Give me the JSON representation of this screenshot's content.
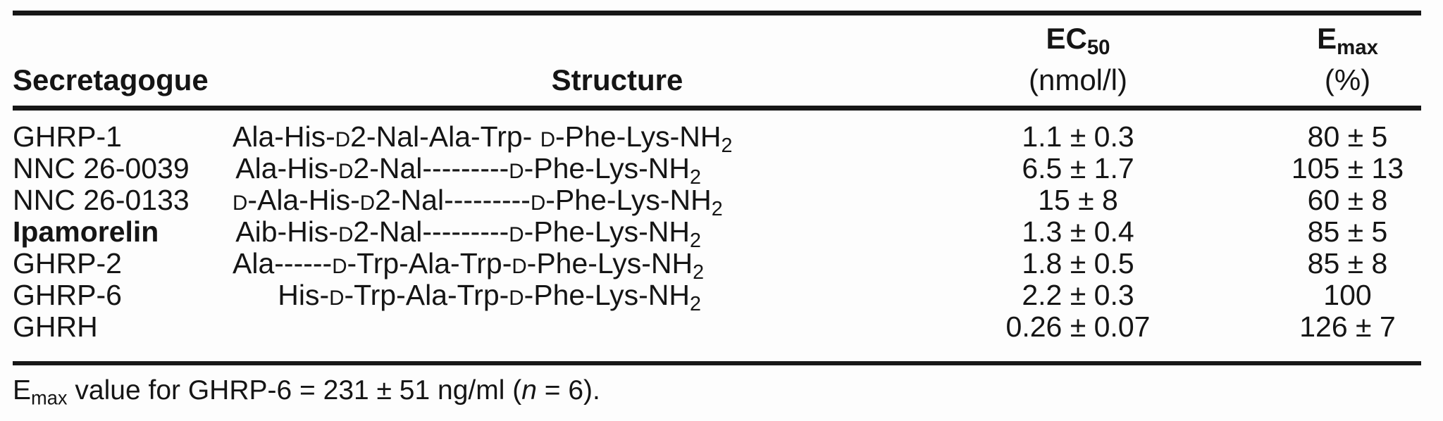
{
  "page": {
    "background": "#fdfdfd",
    "text_color": "#151515",
    "rule_color": "#171717"
  },
  "table": {
    "headers": {
      "secretagogue": "Secretagogue",
      "structure": "Structure",
      "ec50": [
        {
          "t": "EC"
        },
        {
          "sub": "50"
        }
      ],
      "ec50_unit": "(nmol/l)",
      "emax": [
        {
          "t": "E"
        },
        {
          "sub": "max"
        }
      ],
      "emax_unit": "(%)"
    },
    "rows": [
      {
        "name": "GHRP-1",
        "structure": [
          {
            "t": "Ala-His-"
          },
          {
            "sc": "D"
          },
          {
            "t": "2-Nal-Ala-Trp- "
          },
          {
            "sc": "D"
          },
          {
            "t": "-Phe-Lys-NH"
          },
          {
            "sub": "2"
          }
        ],
        "ec50": "1.1 ± 0.3",
        "emax": "80 ± 5"
      },
      {
        "name": "NNC 26-0039",
        "structure": [
          {
            "t": "Ala-His-"
          },
          {
            "sc": "D"
          },
          {
            "t": "2-Nal---------"
          },
          {
            "sc": "D"
          },
          {
            "t": "-Phe-Lys-NH"
          },
          {
            "sub": "2"
          }
        ],
        "ec50": "6.5 ± 1.7",
        "emax": "105 ± 13"
      },
      {
        "name": "NNC 26-0133",
        "structure": [
          {
            "sc": "D"
          },
          {
            "t": "-Ala-His-"
          },
          {
            "sc": "D"
          },
          {
            "t": "2-Nal---------"
          },
          {
            "sc": "D"
          },
          {
            "t": "-Phe-Lys-NH"
          },
          {
            "sub": "2"
          }
        ],
        "ec50": "15 ± 8",
        "emax": "60 ± 8"
      },
      {
        "name": "Ipamorelin",
        "structure": [
          {
            "t": "Aib-His-"
          },
          {
            "sc": "D"
          },
          {
            "t": "2-Nal---------"
          },
          {
            "sc": "D"
          },
          {
            "t": "-Phe-Lys-NH"
          },
          {
            "sub": "2"
          }
        ],
        "ec50": "1.3 ± 0.4",
        "emax": "85 ± 5"
      },
      {
        "name": "GHRP-2",
        "structure": [
          {
            "t": "Ala------"
          },
          {
            "sc": "D"
          },
          {
            "t": "-Trp-Ala-Trp-"
          },
          {
            "sc": "D"
          },
          {
            "t": "-Phe-Lys-NH"
          },
          {
            "sub": "2"
          }
        ],
        "ec50": "1.8 ± 0.5",
        "emax": "85 ± 8"
      },
      {
        "name": "GHRP-6",
        "structure": [
          {
            "t": "His-"
          },
          {
            "sc": "D"
          },
          {
            "t": "-Trp-Ala-Trp-"
          },
          {
            "sc": "D"
          },
          {
            "t": "-Phe-Lys-NH"
          },
          {
            "sub": "2"
          }
        ],
        "ec50": "2.2 ± 0.3",
        "emax": "100"
      },
      {
        "name": "GHRH",
        "structure": [],
        "ec50": "0.26 ± 0.07",
        "emax": "126 ± 7"
      }
    ]
  },
  "footnote": [
    {
      "t": "E"
    },
    {
      "sub": "max"
    },
    {
      "t": " value for GHRP-6 = 231 ± 51 ng/ml ("
    },
    {
      "i": "n"
    },
    {
      "t": " = 6)."
    }
  ]
}
